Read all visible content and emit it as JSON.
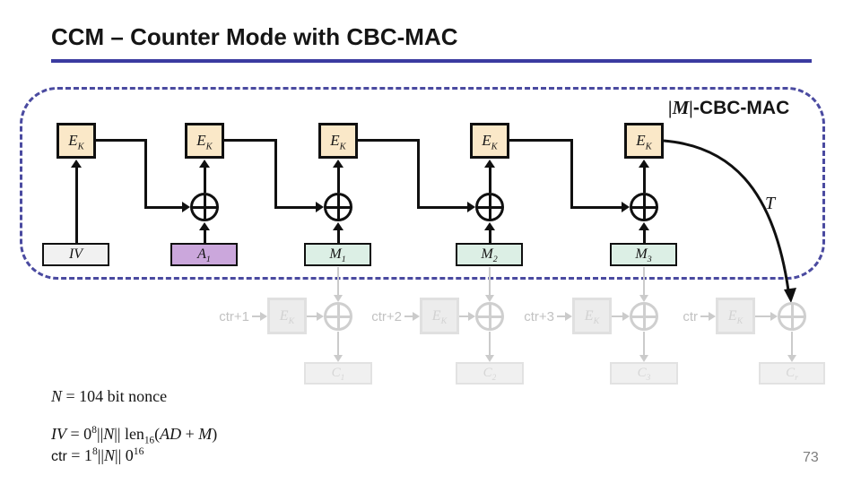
{
  "slide": {
    "title": "CCM – Counter Mode with CBC-MAC",
    "page_number": "73"
  },
  "cbc": {
    "header": {
      "prefix": "|M|",
      "suffix": "-CBC-MAC"
    },
    "tag_label": "T",
    "ek": {
      "base": "E",
      "sub": "K"
    },
    "blocks": [
      {
        "base": "IV",
        "sub": ""
      },
      {
        "base": "A",
        "sub": "1"
      },
      {
        "base": "M",
        "sub": "1"
      },
      {
        "base": "M",
        "sub": "2"
      },
      {
        "base": "M",
        "sub": "3"
      }
    ]
  },
  "ctr_row": {
    "stages": [
      {
        "label": "ctr+1",
        "ek_base": "E",
        "ek_sub": "K",
        "out_base": "C",
        "out_sub": "1"
      },
      {
        "label": "ctr+2",
        "ek_base": "E",
        "ek_sub": "K",
        "out_base": "C",
        "out_sub": "2"
      },
      {
        "label": "ctr+3",
        "ek_base": "E",
        "ek_sub": "K",
        "out_base": "C",
        "out_sub": "3"
      },
      {
        "label": "ctr",
        "ek_base": "E",
        "ek_sub": "K",
        "out_base": "C",
        "out_sub": "r"
      }
    ]
  },
  "formulas": {
    "nonce": [
      {
        "t": "N",
        "s": "it"
      },
      {
        "t": "  = 104 bit nonce",
        "s": "up"
      }
    ],
    "iv": [
      {
        "t": "IV",
        "s": "it"
      },
      {
        "t": " = 0",
        "s": "up"
      },
      {
        "t": "8",
        "s": "sup"
      },
      {
        "t": "||",
        "s": "up"
      },
      {
        "t": "N",
        "s": "it"
      },
      {
        "t": "|| len",
        "s": "up"
      },
      {
        "t": "16",
        "s": "sub"
      },
      {
        "t": "(",
        "s": "up"
      },
      {
        "t": "AD",
        "s": "it"
      },
      {
        "t": " + ",
        "s": "up"
      },
      {
        "t": "M",
        "s": "it"
      },
      {
        "t": ")",
        "s": "up"
      }
    ],
    "ctr": [
      {
        "t": "ctr",
        "s": "sf"
      },
      {
        "t": " = 1",
        "s": "up"
      },
      {
        "t": "8",
        "s": "sup"
      },
      {
        "t": "||",
        "s": "up"
      },
      {
        "t": "N",
        "s": "it"
      },
      {
        "t": "|| 0",
        "s": "up"
      },
      {
        "t": "16",
        "s": "sup"
      }
    ]
  },
  "colors": {
    "title_underline": "#3B3BA0",
    "dashed_border": "#4A4AA0",
    "ek_fill": "#FAE8C8",
    "iv_fill": "#F1F1F1",
    "a_block_fill": "#CBA7DC",
    "m_block_fill": "#DCEFE5",
    "ghost_gray": "#CBCBCB",
    "line_black": "#101010"
  }
}
